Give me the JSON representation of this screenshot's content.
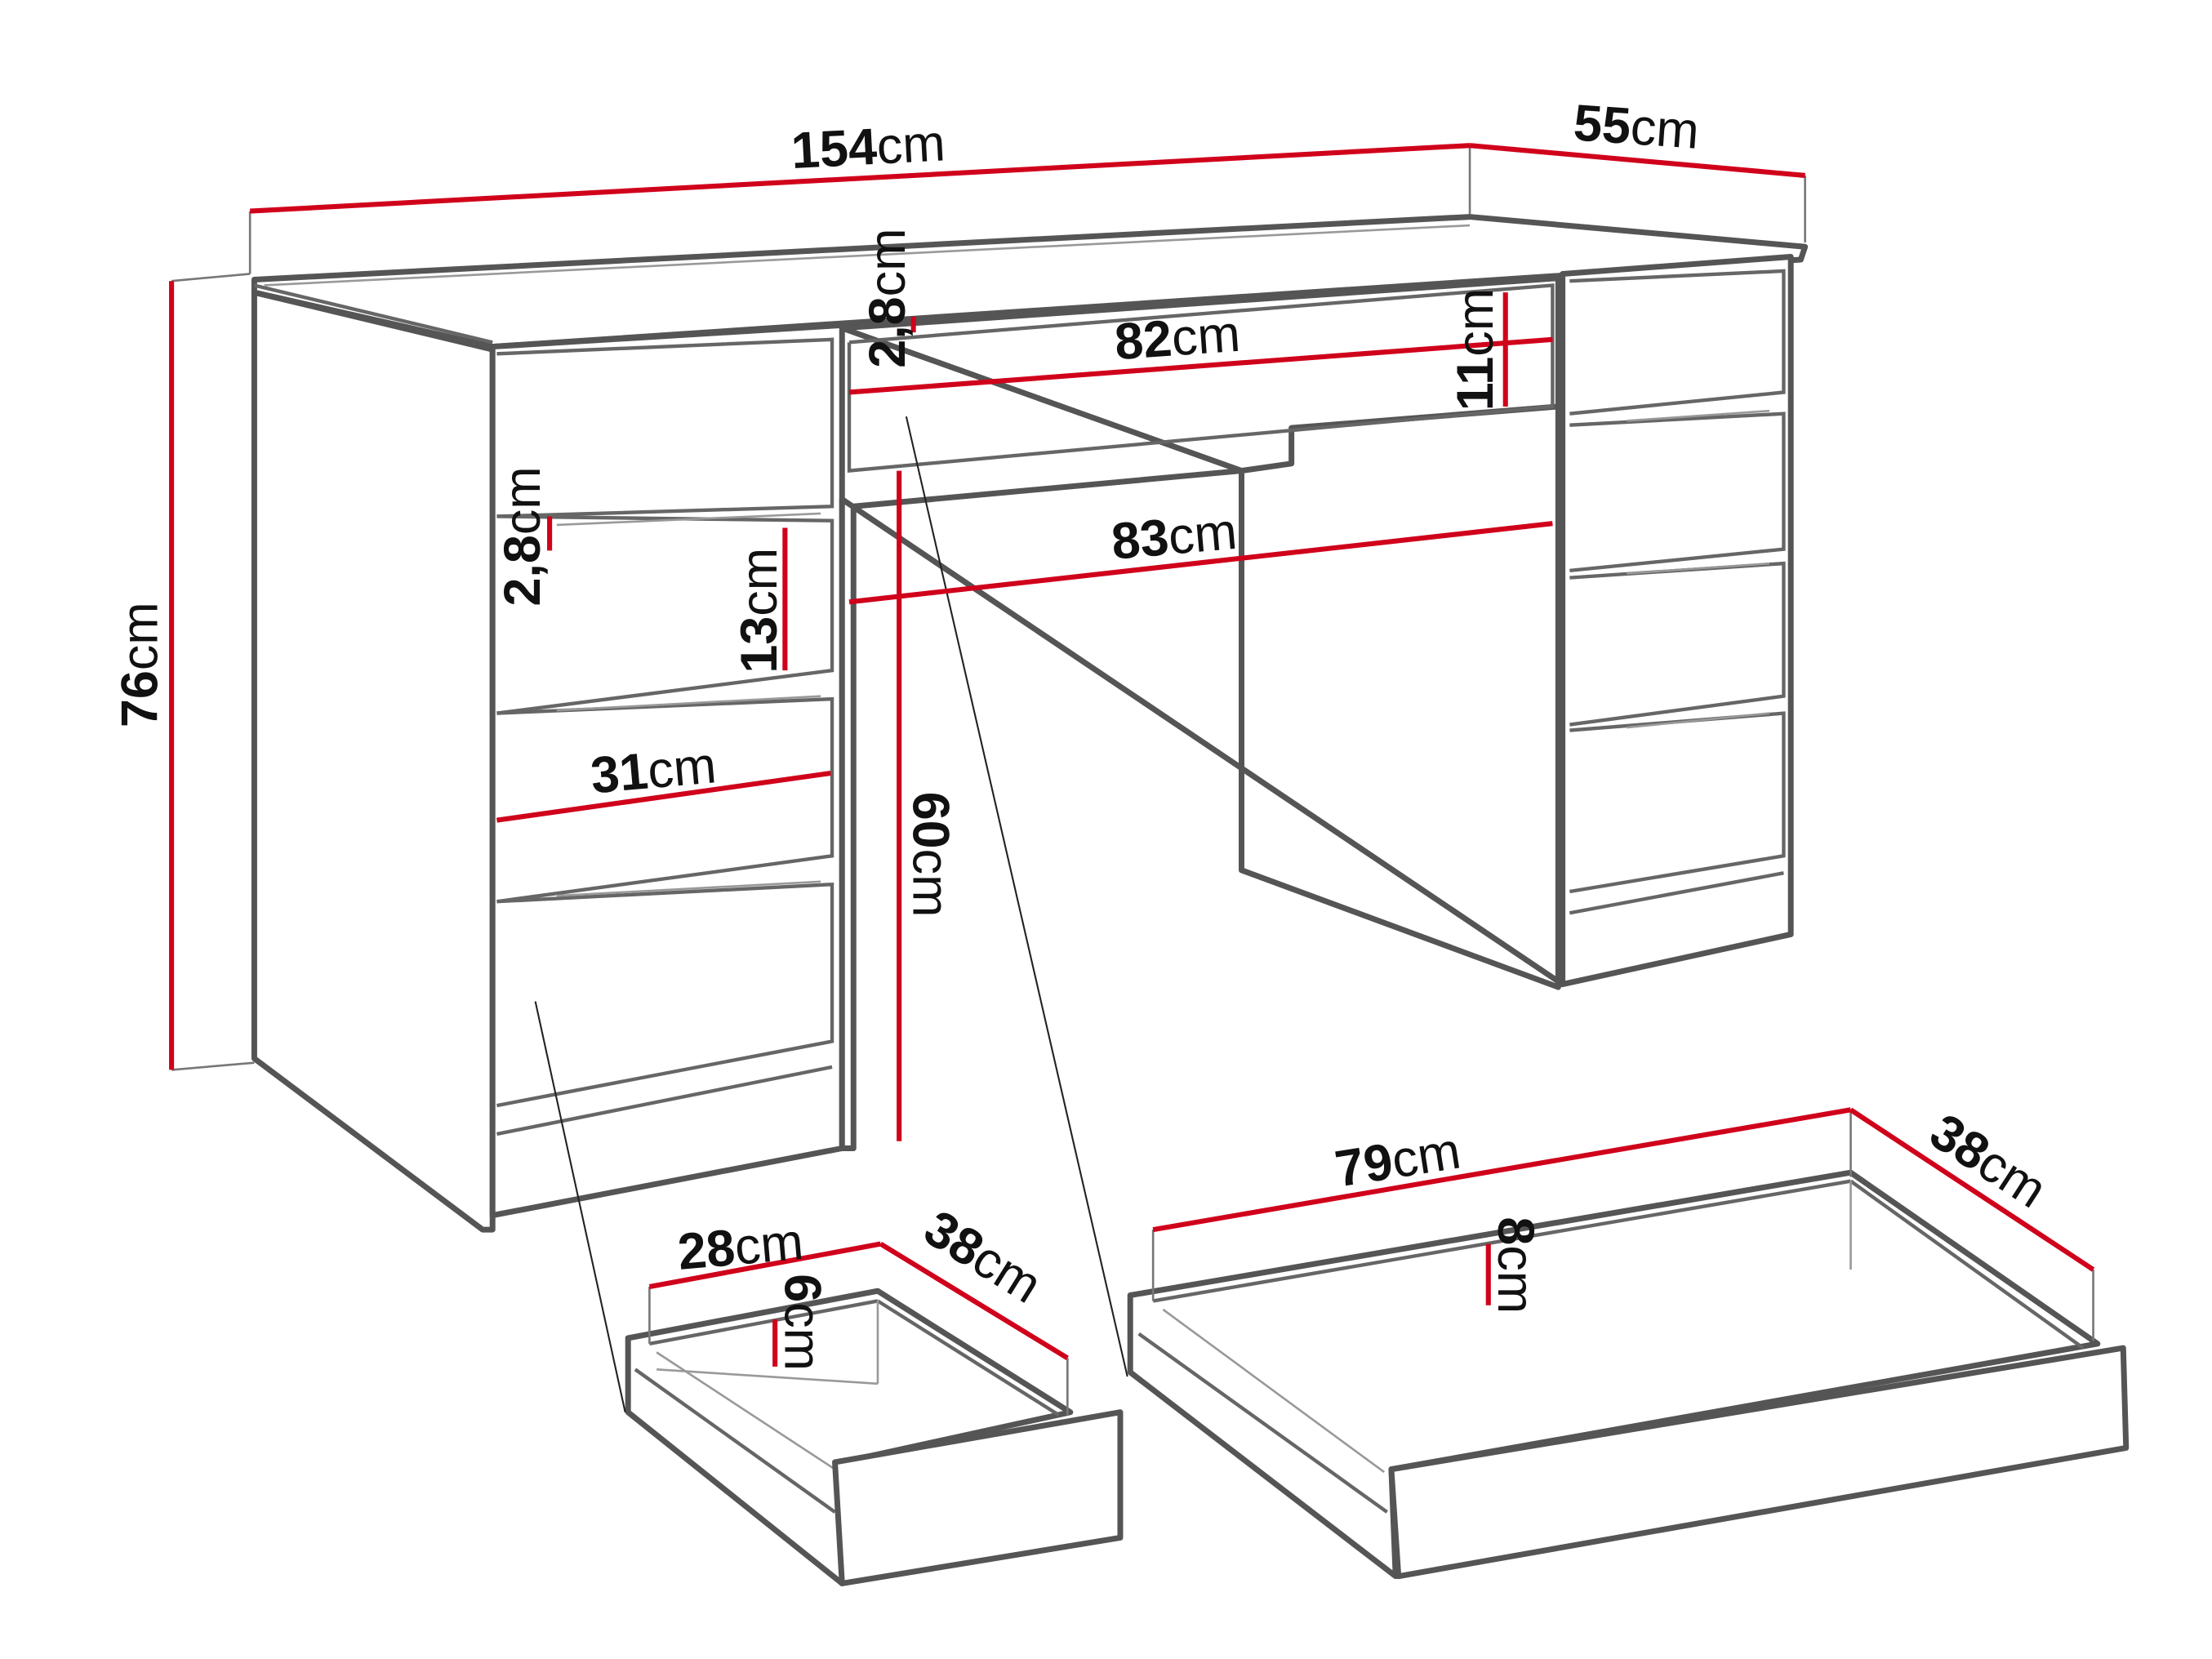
{
  "colors": {
    "dimension_line": "#d0021b",
    "outline": "#555555"
  },
  "dimensions": {
    "desk_width": {
      "value": "154",
      "unit": "cm"
    },
    "desk_depth": {
      "value": "55",
      "unit": "cm"
    },
    "top_thickness": {
      "value": "2,8",
      "unit": "cm"
    },
    "center_drawer_width": {
      "value": "82",
      "unit": "cm"
    },
    "center_drawer_height": {
      "value": "11",
      "unit": "cm"
    },
    "knee_space_width": {
      "value": "83",
      "unit": "cm"
    },
    "desk_height": {
      "value": "76",
      "unit": "cm"
    },
    "left_gap": {
      "value": "2,8",
      "unit": "cm"
    },
    "left_drawer_height": {
      "value": "13",
      "unit": "cm"
    },
    "left_drawer_width": {
      "value": "31",
      "unit": "cm"
    },
    "knee_space_height": {
      "value": "60",
      "unit": "cm"
    },
    "small_drawer_width": {
      "value": "28",
      "unit": "cm"
    },
    "small_drawer_depth": {
      "value": "38",
      "unit": "cm"
    },
    "small_drawer_height": {
      "value": "6",
      "unit": "cm"
    },
    "large_drawer_width": {
      "value": "79",
      "unit": "cm"
    },
    "large_drawer_depth": {
      "value": "38",
      "unit": "cm"
    },
    "large_drawer_height": {
      "value": "8",
      "unit": "cm"
    }
  }
}
